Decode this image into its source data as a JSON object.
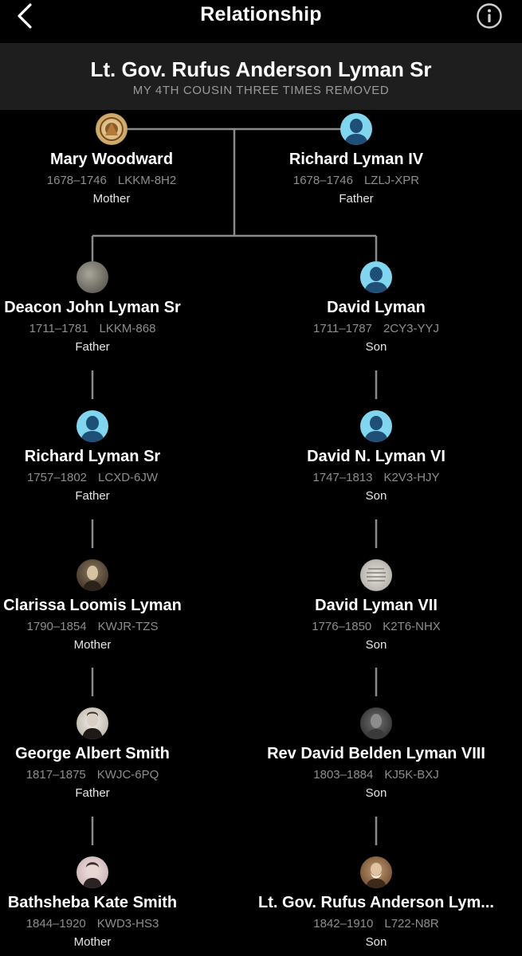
{
  "nav": {
    "title": "Relationship",
    "back_icon": "chevron-left-icon",
    "info_icon": "info-circle-icon"
  },
  "header": {
    "name": "Lt. Gov. Rufus Anderson Lyman Sr",
    "relationship": "MY 4TH COUSIN THREE TIMES REMOVED"
  },
  "colors": {
    "background": "#000000",
    "header_band": "#1e1e1e",
    "line": "#8a8a8a",
    "secondary_text": "#8e8e8e",
    "avatar_silhouette_bg": "#7fd6ee",
    "avatar_silhouette_fg": "#1e4f77"
  },
  "ancestors": {
    "left": {
      "name": "Mary Woodward",
      "dates": "1678–1746",
      "pid": "LKKM-8H2",
      "role": "Mother",
      "avatar": "seal"
    },
    "right": {
      "name": "Richard Lyman IV",
      "dates": "1678–1746",
      "pid": "LZLJ-XPR",
      "role": "Father",
      "avatar": "silhouette"
    }
  },
  "left_line": [
    {
      "name": "Deacon John Lyman Sr",
      "dates": "1711–1781",
      "pid": "LKKM-868",
      "role": "Father",
      "avatar": "stone"
    },
    {
      "name": "Richard Lyman Sr",
      "dates": "1757–1802",
      "pid": "LCXD-6JW",
      "role": "Father",
      "avatar": "silhouette"
    },
    {
      "name": "Clarissa Loomis Lyman",
      "dates": "1790–1854",
      "pid": "KWJR-TZS",
      "role": "Mother",
      "avatar": "photo"
    },
    {
      "name": "George Albert Smith",
      "dates": "1817–1875",
      "pid": "KWJC-6PQ",
      "role": "Father",
      "avatar": "light"
    },
    {
      "name": "Bathsheba Kate Smith",
      "dates": "1844–1920",
      "pid": "KWD3-HS3",
      "role": "Mother",
      "avatar": "pink"
    }
  ],
  "right_line": [
    {
      "name": "David Lyman",
      "dates": "1711–1787",
      "pid": "2CY3-YYJ",
      "role": "Son",
      "avatar": "silhouette"
    },
    {
      "name": "David N. Lyman VI",
      "dates": "1747–1813",
      "pid": "K2V3-HJY",
      "role": "Son",
      "avatar": "silhouette"
    },
    {
      "name": "David Lyman VII",
      "dates": "1776–1850",
      "pid": "K2T6-NHX",
      "role": "Son",
      "avatar": "doc"
    },
    {
      "name": "Rev David Belden Lyman VIII",
      "dates": "1803–1884",
      "pid": "KJ5K-BXJ",
      "role": "Son",
      "avatar": "dark"
    },
    {
      "name": "Lt. Gov. Rufus Anderson Lym...",
      "dates": "1842–1910",
      "pid": "L722-N8R",
      "role": "Son",
      "avatar": "sepia"
    }
  ]
}
